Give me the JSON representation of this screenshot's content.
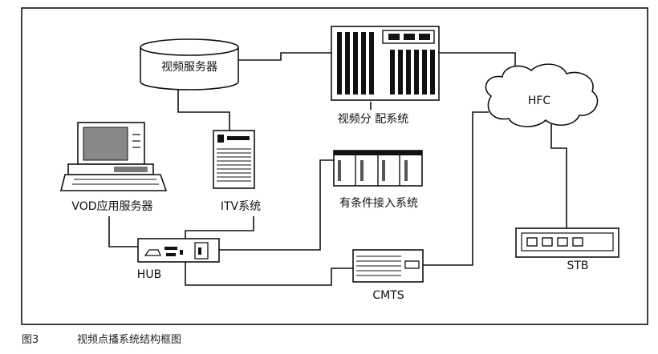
{
  "diagram": {
    "labels": {
      "video_server": "视频服务器",
      "video_distribution": "视频分 配系统",
      "hfc": "HFC",
      "vod_server": "VOD应用服务器",
      "itv": "ITV系统",
      "conditional_access": "有条件接入系统",
      "hub": "HUB",
      "cmts": "CMTS",
      "stb": "STB"
    }
  },
  "caption": {
    "number": "图3",
    "text": "视频点播系统结构框图"
  }
}
